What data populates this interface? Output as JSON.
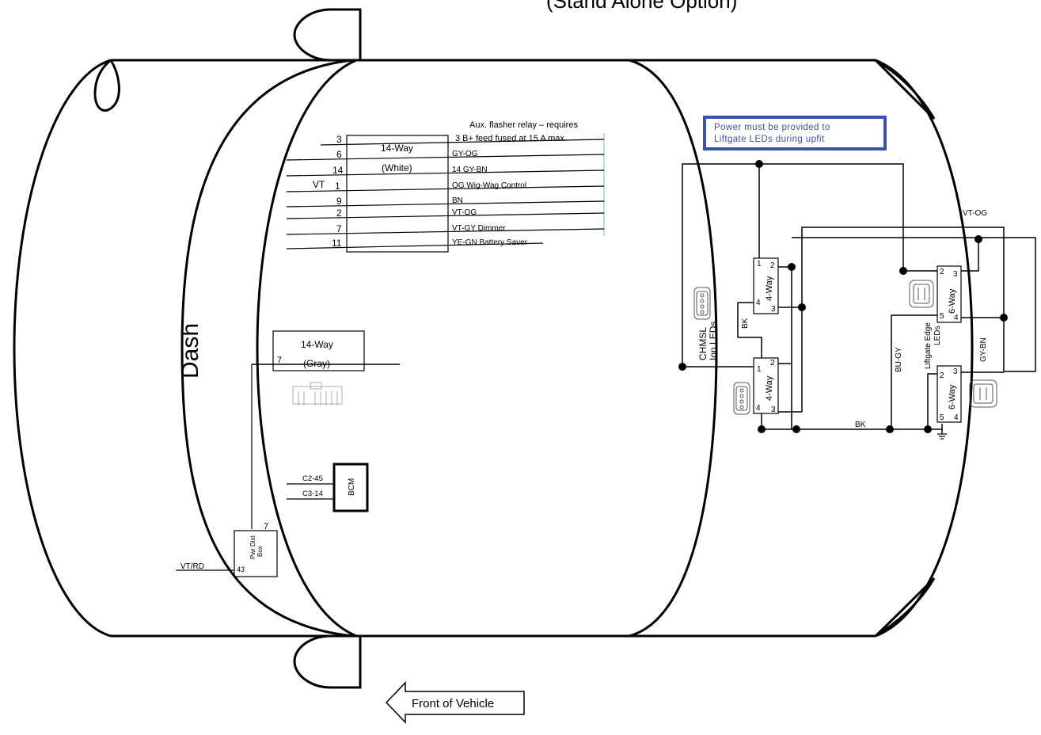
{
  "header": {
    "title": "(Stand Alone Option)"
  },
  "dash_label": "Dash",
  "front_label": "Front of Vehicle",
  "note": {
    "line1": "Power must be provided to",
    "line2": "Liftgate LEDs during upfit"
  },
  "colors": {
    "note_border": "#3a55a8",
    "wire": "#000000",
    "aux_line": "#9fd3e0"
  },
  "connector_white": {
    "name": "14-Way",
    "color_label": "(White)",
    "aux_note_1": "Aux. flasher relay – requires",
    "aux_note_2": "B+ feed fused at 15 A max.",
    "pins_left": [
      "3",
      "6",
      "14",
      "1",
      "9",
      "2",
      "7",
      "11"
    ],
    "vt_label": "VT",
    "wires": [
      "3   B+ feed fused at 15 A max.",
      "GY-OG",
      "14   GY-BN",
      "OG  Wig-Wag Control",
      "BN",
      "VT-OG",
      "VT-GY  Dimmer",
      "YE-GN  Battery Saver"
    ]
  },
  "connector_gray": {
    "name": "14-Way",
    "color_label": "(Gray)",
    "pin": "7"
  },
  "bcm": {
    "label": "BCM",
    "c2": "C2-45",
    "c3": "C3-14"
  },
  "pwr_dist": {
    "label_1": "Pwr Dist",
    "label_2": "Box",
    "pin_top": "7",
    "pin_left": "43",
    "wire": "VT/RD"
  },
  "chmsl": {
    "label_1": "CHMSL",
    "label_2": "Ion LEDs"
  },
  "liftgate": {
    "label_1": "Liftgate Edge",
    "label_2": "LEDs"
  },
  "four_way_top": {
    "name": "4-Way",
    "pins": [
      "1",
      "2",
      "4",
      "3"
    ]
  },
  "four_way_bottom": {
    "name": "4-Way",
    "pins": [
      "1",
      "2",
      "4",
      "3"
    ]
  },
  "six_way_top": {
    "name": "6-Way",
    "pins": [
      "2",
      "3",
      "5",
      "4"
    ]
  },
  "six_way_bottom": {
    "name": "6-Way",
    "pins": [
      "2",
      "3",
      "5",
      "4"
    ]
  },
  "wire_labels": {
    "bk_left": "BK",
    "bk_bottom": "BK",
    "bu_gy": "BU-GY",
    "gy_bn": "GY-BN",
    "vt_og": "VT-OG"
  }
}
